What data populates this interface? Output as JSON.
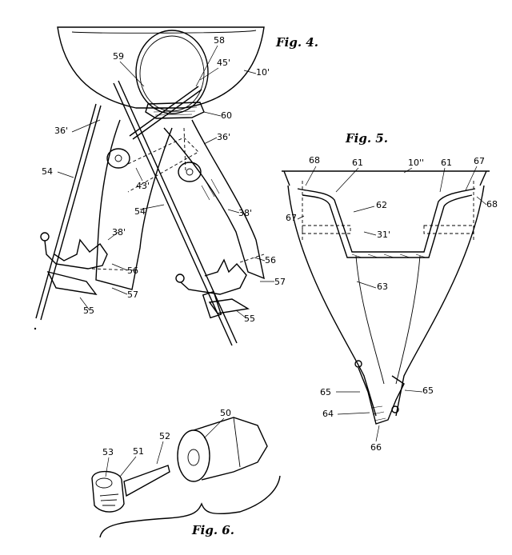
{
  "figures": {
    "fig4": {
      "caption": "Fig. 4.",
      "labels": [
        "58",
        "59",
        "45'",
        "10'",
        "60",
        "36'",
        "36'",
        "43'",
        "54",
        "54",
        "38'",
        "38'",
        "56",
        "56",
        "57",
        "57",
        "55",
        "55"
      ]
    },
    "fig5": {
      "caption": "Fig. 5.",
      "labels": [
        "68",
        "61",
        "10''",
        "61",
        "67",
        "68",
        "67",
        "62",
        "31'",
        "63",
        "65",
        "65",
        "64",
        "66"
      ]
    },
    "fig6": {
      "caption": "Fig. 6.",
      "labels": [
        "50",
        "52",
        "53",
        "51"
      ]
    }
  }
}
